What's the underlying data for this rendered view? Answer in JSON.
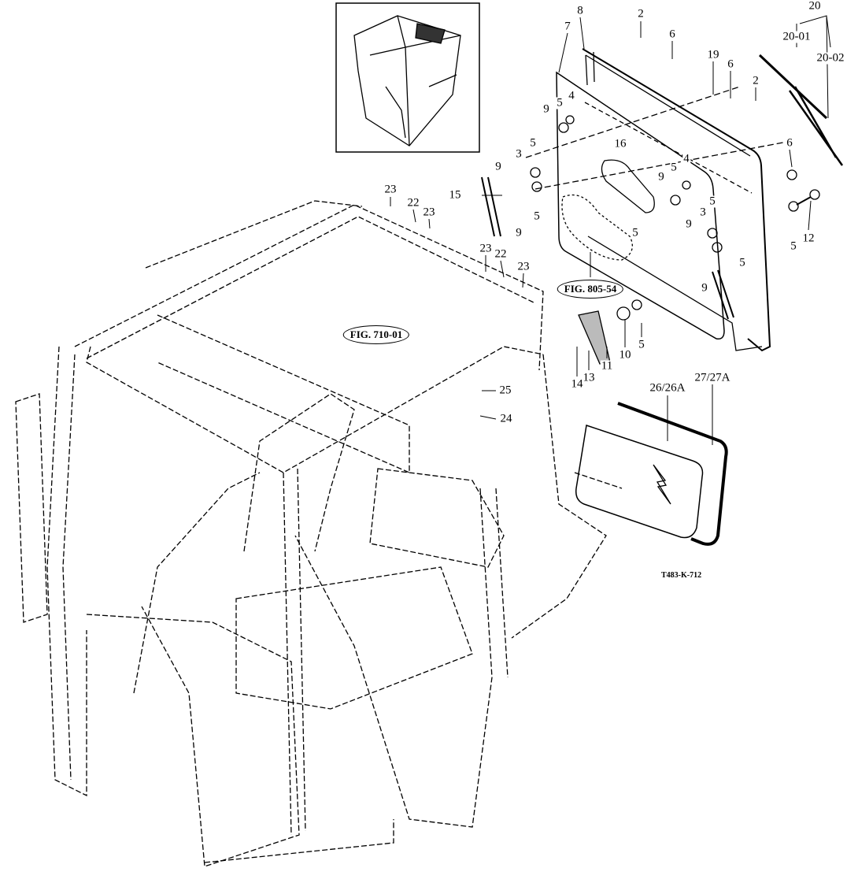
{
  "diagram_ref": "T483-K-712",
  "figure_refs": [
    "FIG. 805-54",
    "FIG. 710-01"
  ],
  "callouts": [
    "8",
    "2",
    "6",
    "7",
    "19",
    "6",
    "2",
    "20",
    "20-01",
    "20-02",
    "9",
    "5",
    "4",
    "5",
    "3",
    "9",
    "16",
    "5",
    "4",
    "9",
    "6",
    "15",
    "5",
    "9",
    "5",
    "5",
    "3",
    "9",
    "5",
    "9",
    "5",
    "12",
    "23",
    "22",
    "23",
    "23",
    "22",
    "23",
    "5",
    "10",
    "11",
    "13",
    "14",
    "25",
    "24",
    "26/26A",
    "27/27A"
  ]
}
